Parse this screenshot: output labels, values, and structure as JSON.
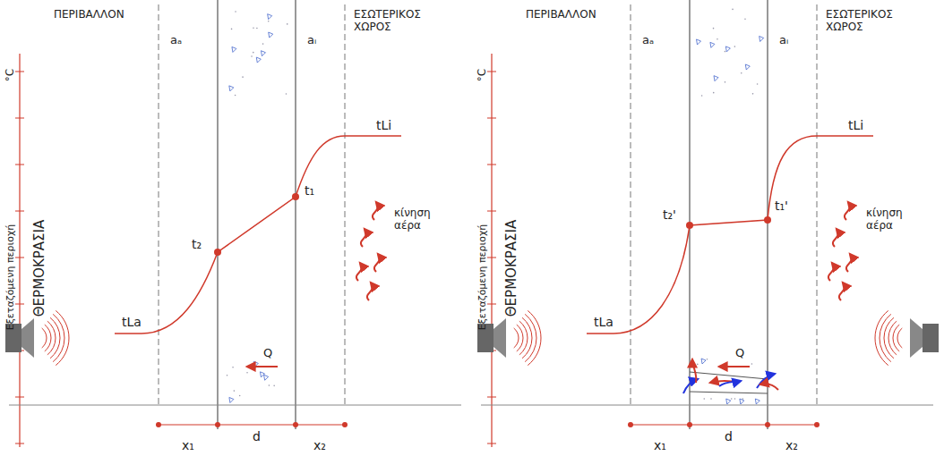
{
  "diagram": {
    "labels": [
      "ΠΕΡΙΒΑΛΛΟΝ",
      "aₐ",
      "ΕΣΩΤΕΡΙΚΟΣ ΧΩΡΟΣ",
      "°C",
      "ΘΕΡΜΟΚΡΑΣΙΑ",
      "tLi",
      "t₁",
      "t₂",
      "tLa",
      "Εξεταζόμενη περιοχή",
      "κίνηση αέρα",
      "aᵢ",
      "Q",
      "x₁",
      "d",
      "x₂",
      "ΠΕΡΙΒΑΛΛΟΝ",
      "aₐ",
      "ΕΣΩΤΕΡΙΚΟΣ ΧΩΡΟΣ",
      "°C",
      "ΘΕΡΜΟΚΡΑΣΙΑ",
      "tLi",
      "t₁'",
      "t₂'",
      "tLa",
      "Εξεταζόμενη περιοχή",
      "κίνηση αέρα",
      "aᵢ",
      "Q",
      "x₁",
      "d",
      "x₂"
    ]
  }
}
